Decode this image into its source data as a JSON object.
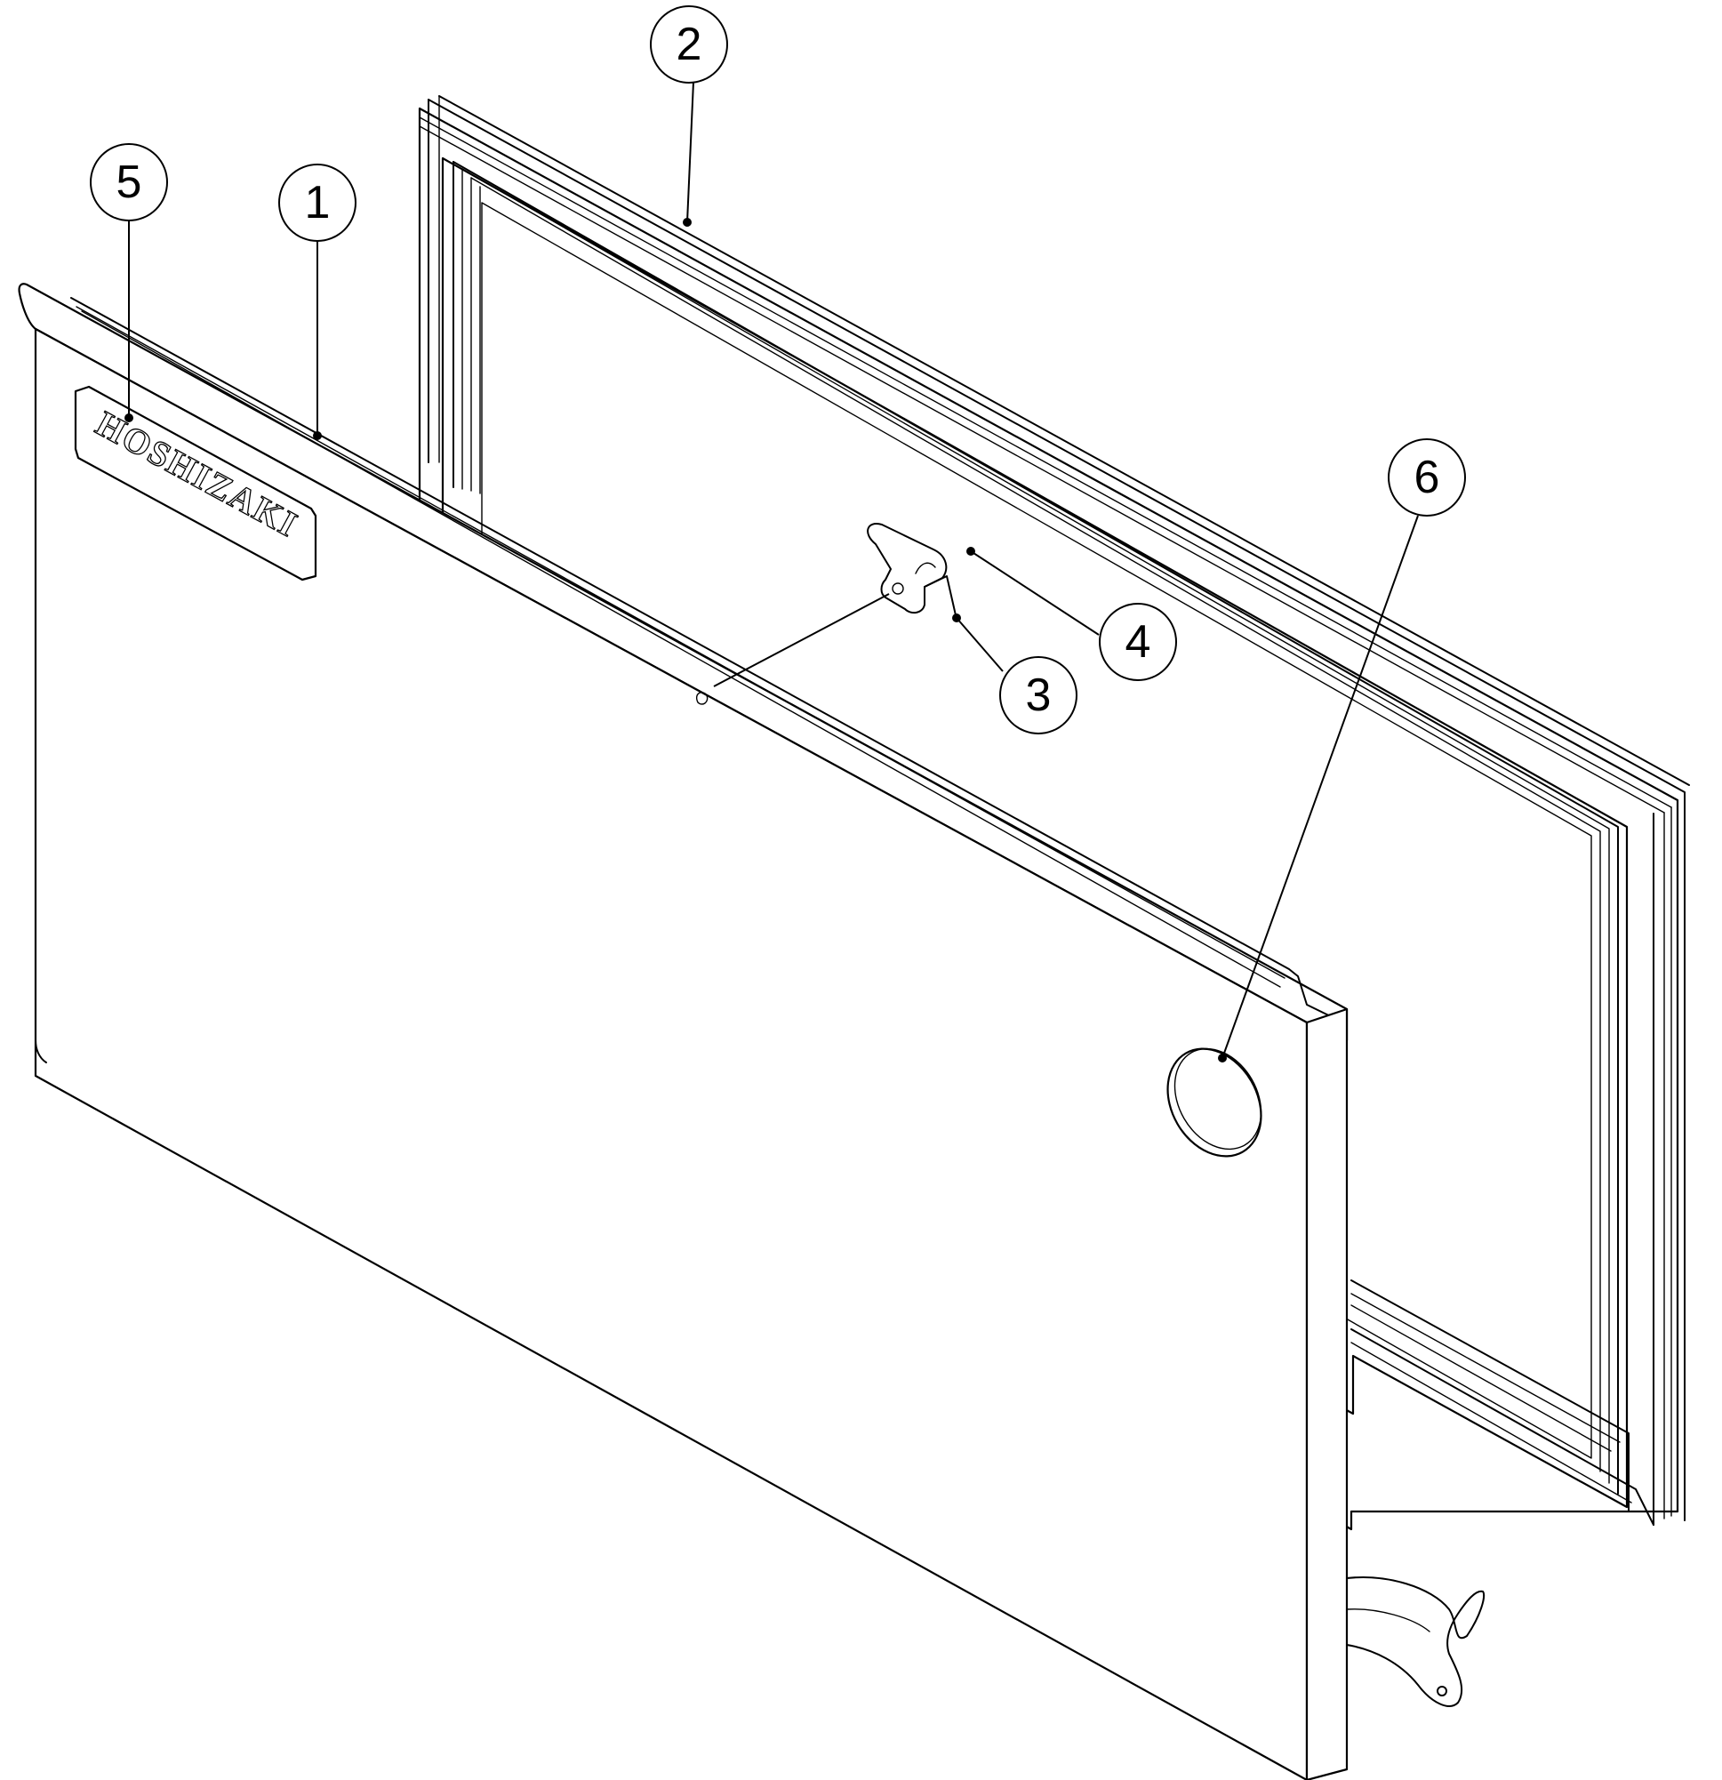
{
  "diagram": {
    "brand_label": "HOSHIZAKI",
    "callouts": [
      {
        "id": "1",
        "label": "1"
      },
      {
        "id": "2",
        "label": "2"
      },
      {
        "id": "3",
        "label": "3"
      },
      {
        "id": "4",
        "label": "4"
      },
      {
        "id": "5",
        "label": "5"
      },
      {
        "id": "6",
        "label": "6"
      }
    ]
  }
}
